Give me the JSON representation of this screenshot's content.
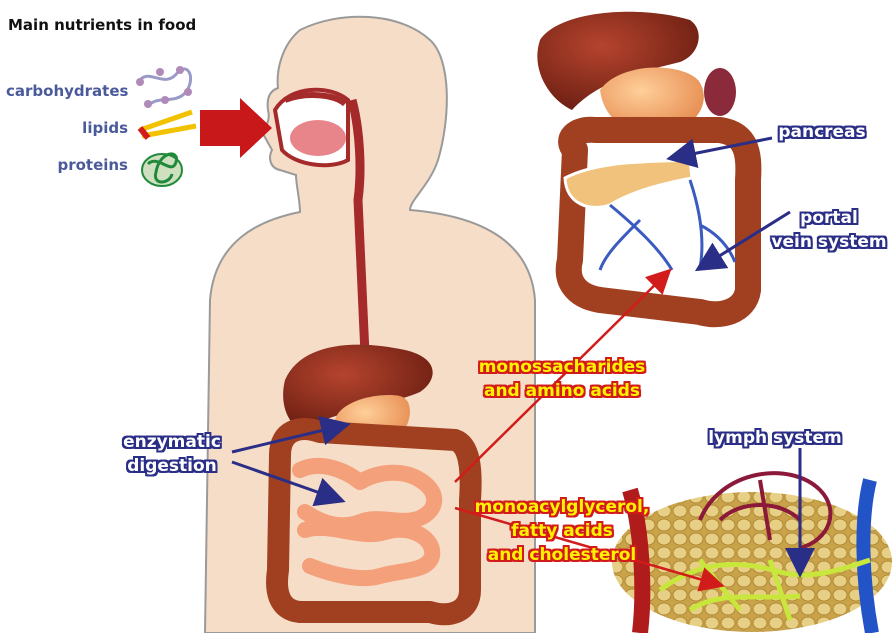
{
  "title": "Main nutrients in food",
  "nutrients": {
    "carbohydrates": "carbohydrates",
    "lipids": "lipids",
    "proteins": "proteins"
  },
  "labels": {
    "pancreas": "pancreas",
    "portal_line1": "portal",
    "portal_line2": "vein system",
    "enzymatic_line1": "enzymatic",
    "enzymatic_line2": "digestion",
    "mono_line1": "monossacharides",
    "mono_line2": "and amino acids",
    "lymph": "lymph system",
    "lipid_line1": "monoacylglycerol,",
    "lipid_line2": "fatty acids",
    "lipid_line3": "and cholesterol"
  },
  "colors": {
    "body_skin": "#f6ddc8",
    "body_outline": "#9a9a9a",
    "digestive_tract": "#a52a2a",
    "liver": "#8b2a1c",
    "stomach": "#f2a26b",
    "intestine": "#f4a07a",
    "colon": "#a04020",
    "blue_label": "#2b2e86",
    "red_arrow": "#d21b1b",
    "yellow_text": "#fff200",
    "adipose": "#d7b45b",
    "lymph_vessel": "#c8e63c"
  }
}
